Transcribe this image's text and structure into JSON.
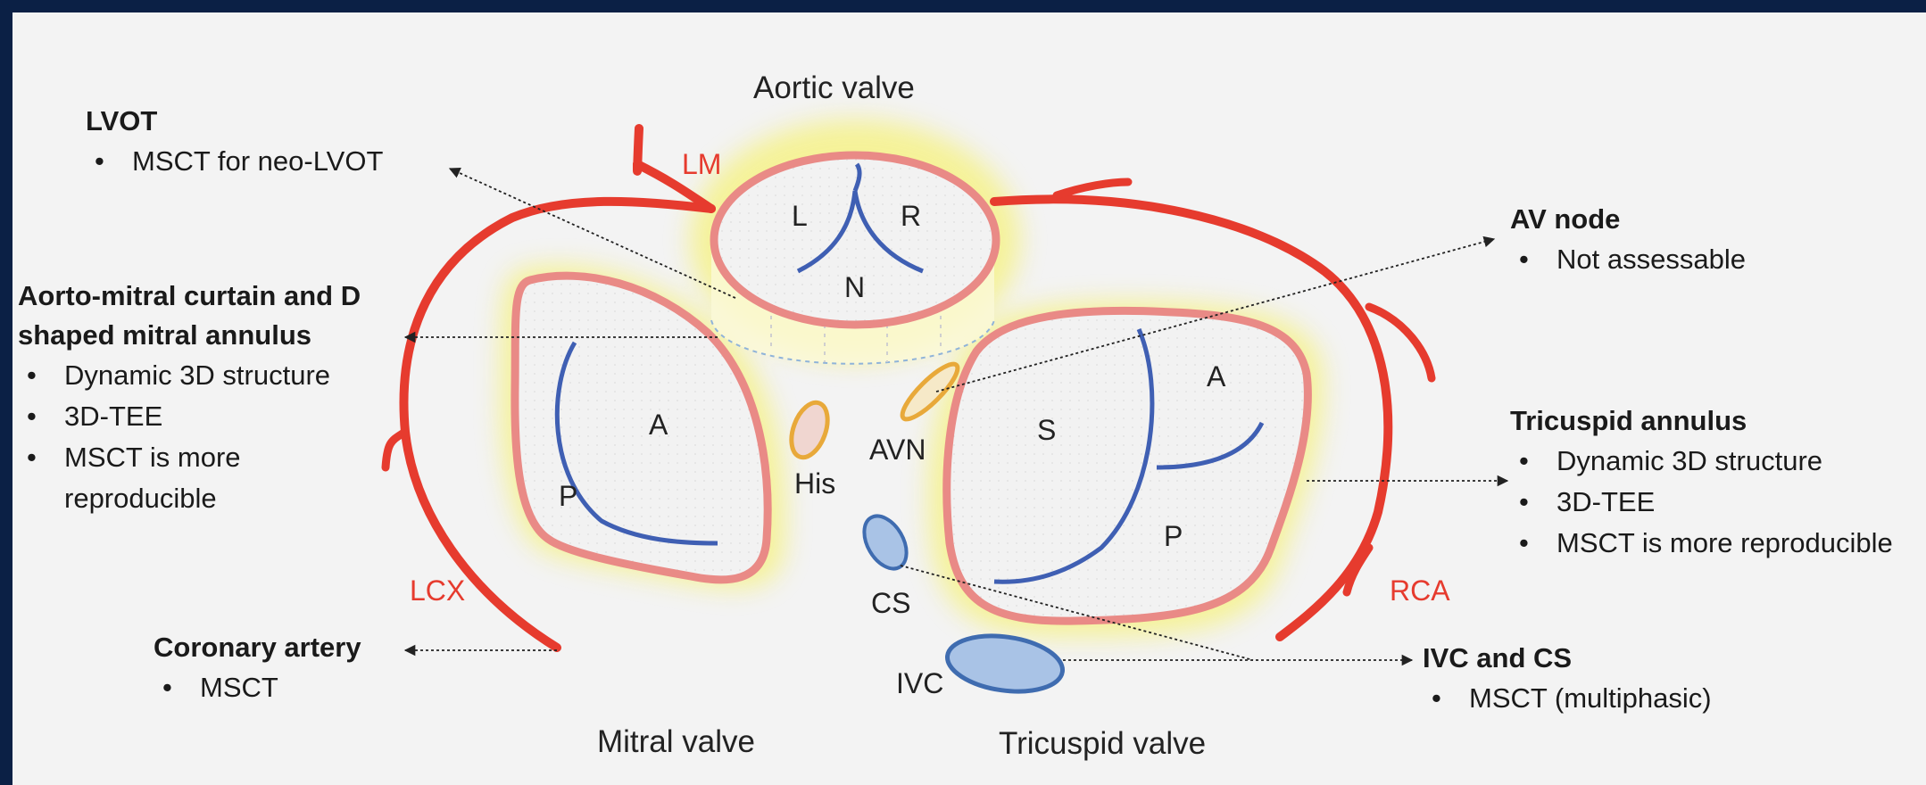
{
  "valves": {
    "aortic": "Aortic valve",
    "mitral": "Mitral valve",
    "tricuspid": "Tricuspid valve"
  },
  "aortic_cusps": {
    "left": "L",
    "right": "R",
    "noncoronary": "N"
  },
  "mitral_leaflets": {
    "anterior": "A",
    "posterior": "P"
  },
  "tricuspid_leaflets": {
    "septal": "S",
    "anterior": "A",
    "posterior": "P"
  },
  "structures": {
    "his": "His",
    "avn": "AVN",
    "cs": "CS",
    "ivc": "IVC"
  },
  "arteries": {
    "lm": "LM",
    "lcx": "LCX",
    "rca": "RCA"
  },
  "annotations": {
    "lvot": {
      "title": "LVOT",
      "bullets": [
        "MSCT for neo-LVOT"
      ]
    },
    "aorto_mitral": {
      "title_line1": "Aorto-mitral curtain and D",
      "title_line2": "shaped mitral annulus",
      "bullets": [
        "Dynamic 3D structure",
        "3D-TEE",
        "MSCT is more",
        "reproducible"
      ]
    },
    "coronary": {
      "title": "Coronary artery",
      "bullets": [
        "MSCT"
      ]
    },
    "av_node": {
      "title": "AV node",
      "bullets": [
        "Not assessable"
      ]
    },
    "tricuspid_annulus": {
      "title": "Tricuspid annulus",
      "bullets": [
        "Dynamic 3D structure",
        "3D-TEE",
        "MSCT is more reproducible"
      ]
    },
    "ivc_cs": {
      "title": "IVC and CS",
      "bullets": [
        "MSCT (multiphasic)"
      ]
    }
  },
  "colors": {
    "artery_red": "#e63b2e",
    "annulus_pink": "#e98a86",
    "leaflet_blue": "#3f5fb3",
    "glow_yellow": "#f6f27a",
    "node_orange": "#e8a93a",
    "vessel_blue": "#7aa3d6",
    "background": "#f3f3f3",
    "frame": "#0b2045"
  }
}
